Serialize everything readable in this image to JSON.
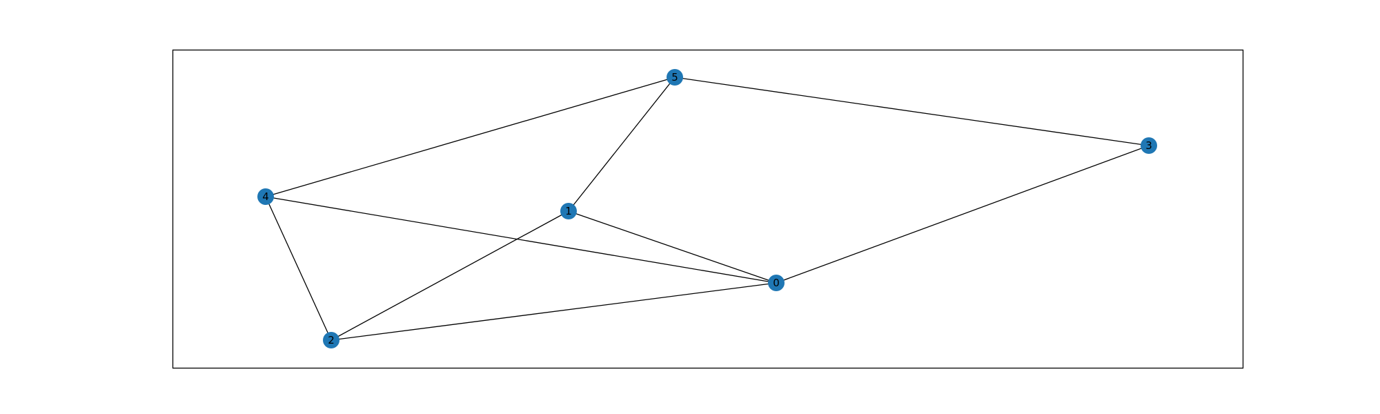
{
  "graph": {
    "node_color": "#1f77b4",
    "edge_color": "#000000",
    "label_color": "#000000",
    "frame_color": "#000000",
    "nodes": [
      {
        "id": "0",
        "label": "0"
      },
      {
        "id": "1",
        "label": "1"
      },
      {
        "id": "2",
        "label": "2"
      },
      {
        "id": "3",
        "label": "3"
      },
      {
        "id": "4",
        "label": "4"
      },
      {
        "id": "5",
        "label": "5"
      }
    ],
    "edges": [
      [
        "5",
        "4"
      ],
      [
        "5",
        "3"
      ],
      [
        "5",
        "1"
      ],
      [
        "4",
        "2"
      ],
      [
        "4",
        "0"
      ],
      [
        "1",
        "2"
      ],
      [
        "1",
        "0"
      ],
      [
        "2",
        "0"
      ],
      [
        "0",
        "3"
      ]
    ]
  }
}
